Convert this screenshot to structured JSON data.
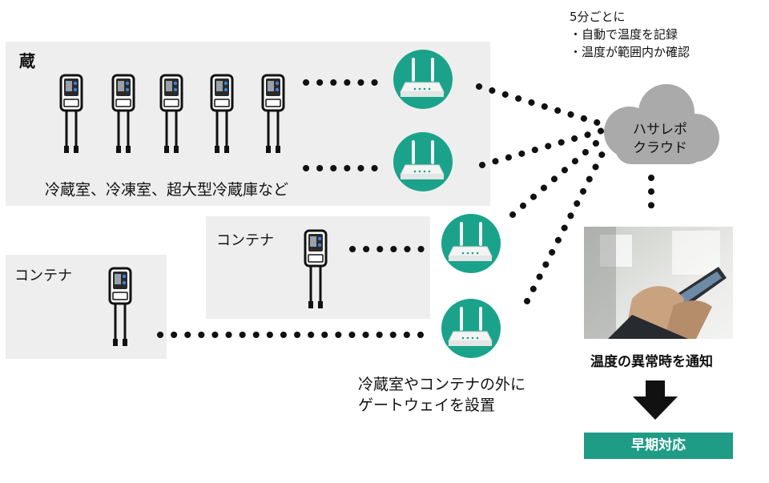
{
  "labels": {
    "warehouse_title": "蔵",
    "warehouse_caption": "冷蔵室、冷凍室、超大型冷蔵庫など",
    "container_mid": "コンテナ",
    "container_left": "コンテナ",
    "gateway_caption_line1": "冷蔵室やコンテナの外に",
    "gateway_caption_line2": "ゲートウェイを設置",
    "cloud_line1": "ハサレポ",
    "cloud_line2": "クラウド",
    "notify": "温度の異常時を通知",
    "action": "早期対応"
  },
  "notes": {
    "header": "5分ごとに",
    "items": [
      "・自動で温度を記録",
      "・温度が範囲内か確認"
    ]
  },
  "colors": {
    "panel": "#eeeeee",
    "gateway_circle": "#1aa38a",
    "sensor_outline": "#111111",
    "sensor_led": "#3d7fd9",
    "cloud": "#aaaaaa",
    "action_bg": "#1f9c86",
    "dots": "#111111"
  },
  "icons": [
    "temperature-sensor-icon",
    "wifi-gateway-icon",
    "cloud-icon",
    "down-arrow-icon",
    "tablet-photo"
  ]
}
